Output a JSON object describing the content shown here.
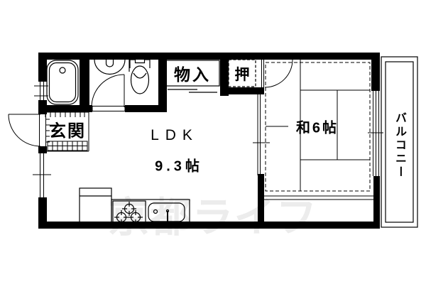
{
  "plan": {
    "background": "#ffffff",
    "line_color": "#000000"
  },
  "watermark": {
    "text": "京都ライフ",
    "color": "#ececec"
  },
  "rooms": {
    "ldk": {
      "label": "LDK",
      "size": "9.3帖"
    },
    "washitsu": {
      "label": "和6帖"
    },
    "genkan": {
      "label": "玄関"
    },
    "monoire": {
      "label": "物入"
    },
    "oshiire": {
      "label": "押"
    },
    "balcony": {
      "label": "バルコニー"
    }
  },
  "fixtures": {
    "bathtub": "bathtub-icon",
    "washbasin": "washbasin-icon",
    "toilet": "toilet-icon",
    "stove": "gas-stove-icon",
    "sink": "kitchen-sink-icon",
    "refrigerator_space": "refrigerator-space-icon"
  }
}
